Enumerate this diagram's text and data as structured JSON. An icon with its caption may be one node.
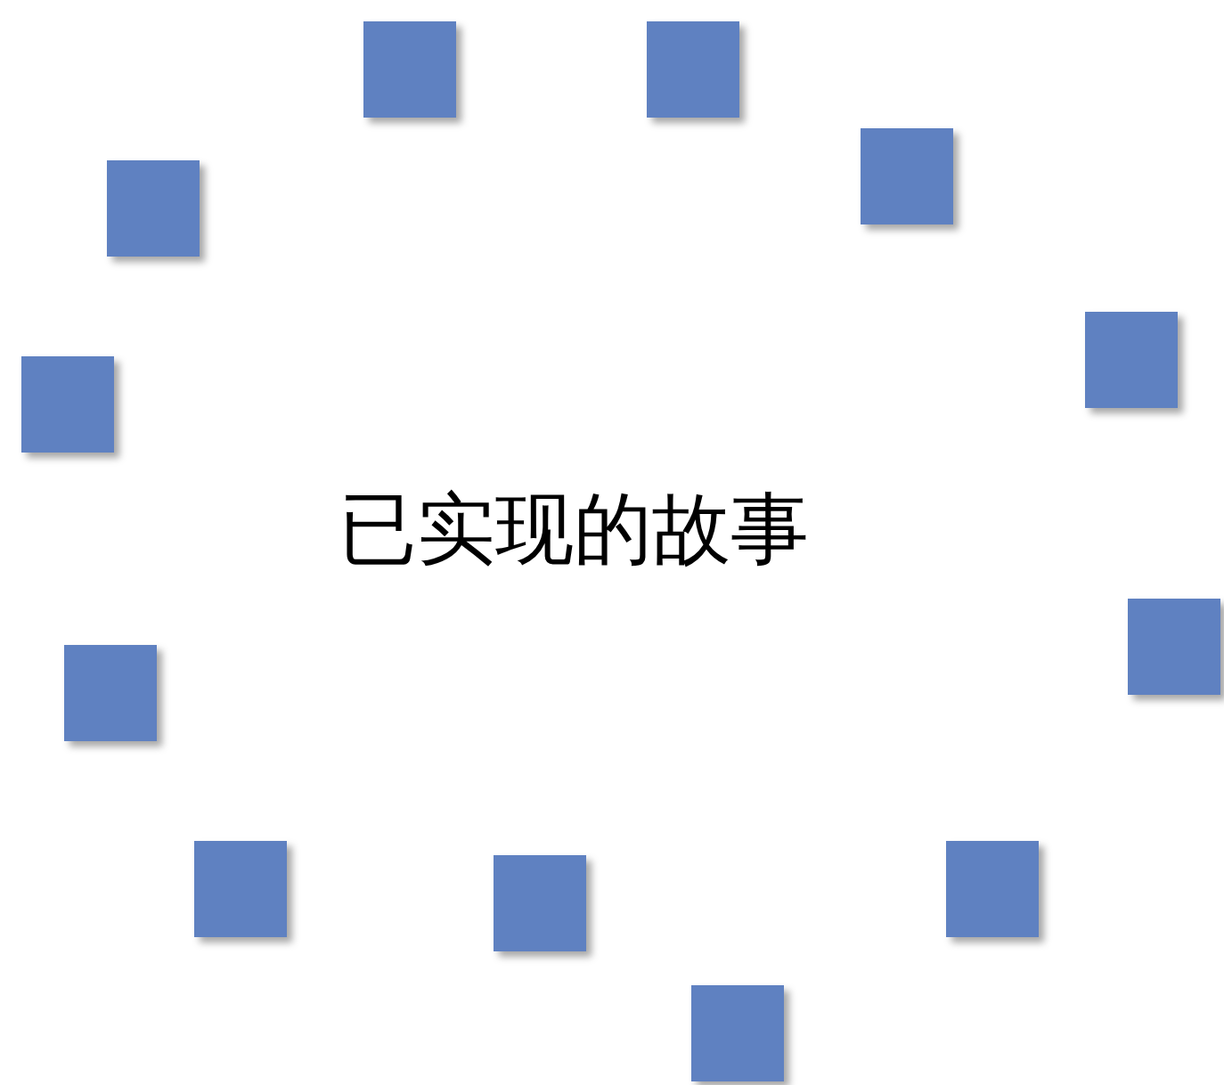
{
  "diagram": {
    "nodes": [
      {
        "text": [],
        "shape": "box"
      },
      {
        "text": [],
        "shape": "box"
      },
      {
        "text": [],
        "shape": "box"
      },
      {
        "text": [],
        "shape": "box"
      },
      {
        "text": [],
        "shape": "box"
      },
      {
        "text": [],
        "shape": "box"
      },
      {
        "text": [],
        "shape": "box"
      },
      {
        "text": [],
        "shape": "box"
      },
      {
        "text": [],
        "shape": "box"
      },
      {
        "text": [],
        "shape": "box"
      },
      {
        "text": [],
        "shape": "box"
      },
      {
        "text": [],
        "shape": "box"
      }
    ],
    "labels": [
      "已实现的故事"
    ]
  }
}
